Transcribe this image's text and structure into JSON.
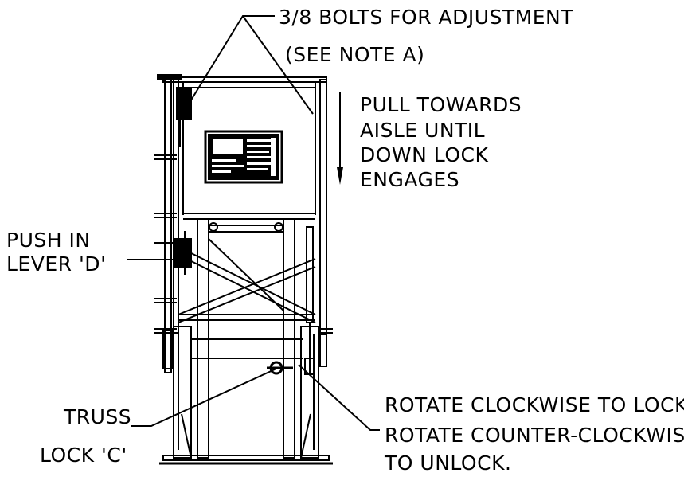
{
  "labels": {
    "bolts_line1": "3/8 BOLTS FOR ADJUSTMENT",
    "bolts_line2": "(SEE NOTE A)",
    "pull_line1": "PULL TOWARDS",
    "pull_line2": "AISLE UNTIL",
    "pull_line3": "DOWN LOCK",
    "pull_line4": "ENGAGES",
    "push_line1": "PUSH IN",
    "push_line2": "LEVER 'D'",
    "truss_line1": "TRUSS",
    "truss_line2": "LOCK 'C'",
    "rotate_line1": "ROTATE CLOCKWISE TO LOCK.",
    "rotate_line2": "ROTATE COUNTER-CLOCKWISE",
    "rotate_line3": "TO UNLOCK."
  },
  "colors": {
    "ink": "#000000",
    "paper": "#ffffff"
  }
}
